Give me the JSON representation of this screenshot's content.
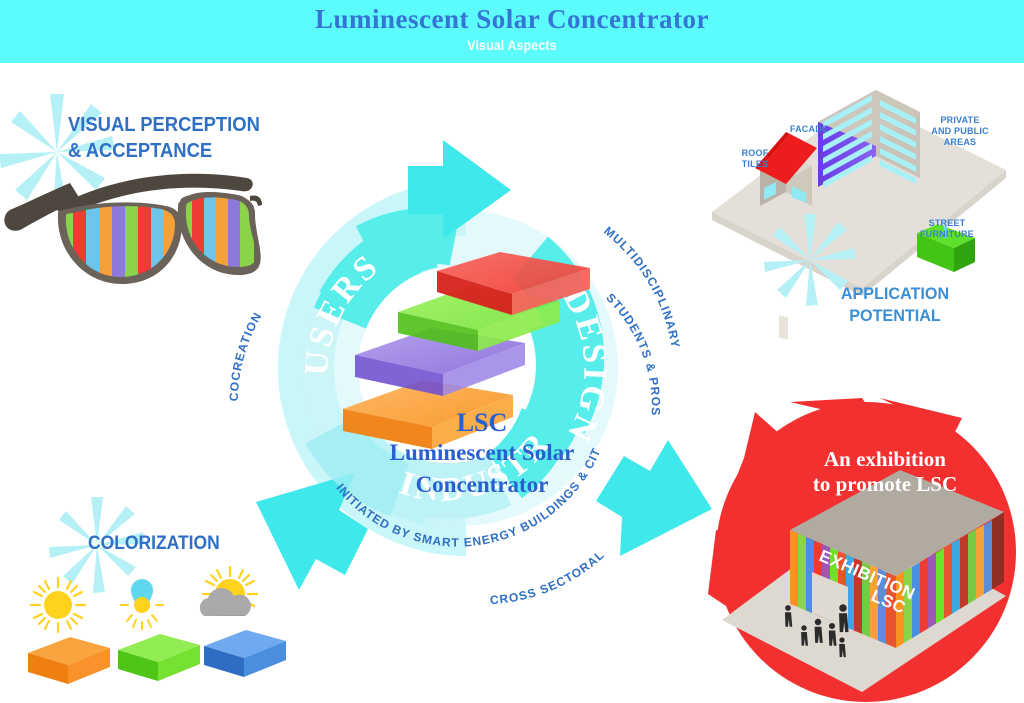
{
  "header": {
    "title": "Luminescent Solar Concentrator",
    "subtitle": "Visual Aspects",
    "bg_color": "#5cfcfc",
    "title_color": "#3573d4"
  },
  "center": {
    "abbr": "LSC",
    "line1": "Luminescent Solar",
    "line2": "Concentrator",
    "color": "#2a5fd0"
  },
  "cycle": {
    "segments": [
      {
        "name": "USERS",
        "label": "USERS",
        "outer_note": "COCREATION",
        "inner_note": ""
      },
      {
        "name": "DESIGNERS",
        "label": "DESIGNERS",
        "outer_note": "MULTIDISCIPLINARY",
        "inner_note": "STUDENTS & PROS"
      },
      {
        "name": "INDUSTRY",
        "label": "INDUSTRY",
        "outer_note": "CROSS SECTORAL",
        "inner_note": "INITIATED BY SMART ENERGY BUILDINGS & CITIES"
      }
    ],
    "ring_color_bright": "#57edeb",
    "ring_color_pale": "#c9f6f8",
    "note_color": "#2f6fc4"
  },
  "slabs": {
    "colors": [
      "#ef3b32",
      "#6ce22a",
      "#8b6fe0",
      "#f7931e"
    ],
    "names": [
      "red-slab",
      "green-slab",
      "purple-slab",
      "orange-slab"
    ]
  },
  "left_top": {
    "heading_line1": "VISUAL PERCEPTION",
    "heading_line2": "& ACCEPTANCE",
    "icon": "sunglasses-rainbow-lenses",
    "lens_stripe_colors": [
      "#8ad44a",
      "#ee3b36",
      "#6fc4ea",
      "#f4a13a",
      "#8f79d8",
      "#8ad44a",
      "#ee3b36",
      "#6fc4ea",
      "#f4a13a",
      "#8f79d8"
    ]
  },
  "left_bottom": {
    "heading": "COLORIZATION",
    "light_icons": [
      "sun-icon",
      "lightbulb-icon",
      "sun-behind-cloud-icon"
    ],
    "slab_colors": [
      "#f7931e",
      "#6ce22a",
      "#4a90e2"
    ]
  },
  "right_top": {
    "heading_line1": "APPLICATION",
    "heading_line2": "POTENTIAL",
    "heading_color": "#3b8ed8",
    "labels": [
      {
        "key": "roof-tiles",
        "line1": "ROOF",
        "line2": "TILES"
      },
      {
        "key": "facade",
        "line1": "FACADE",
        "line2": ""
      },
      {
        "key": "private-public",
        "line1": "PRIVATE",
        "line2": "AND PUBLIC",
        "line3": "AREAS"
      },
      {
        "key": "street-furniture",
        "line1": "STREET",
        "line2": "FURNITURE"
      }
    ],
    "scene": "isometric-city-house-tower-bench"
  },
  "right_bottom": {
    "title_line1": "An exhibition",
    "title_line2": "to promote LSC",
    "burst_color": "#f23030",
    "pavilion_label_line1": "EXHIBITION",
    "pavilion_label_line2": "LSC",
    "stripe_colors": [
      "#f7931e",
      "#8ad44a",
      "#4a90e2",
      "#ee3b36",
      "#9b59b6",
      "#6ce22a",
      "#e8542f",
      "#3ba9e0",
      "#c0392b",
      "#7ac943",
      "#f4a13a",
      "#5b8ed6"
    ]
  }
}
